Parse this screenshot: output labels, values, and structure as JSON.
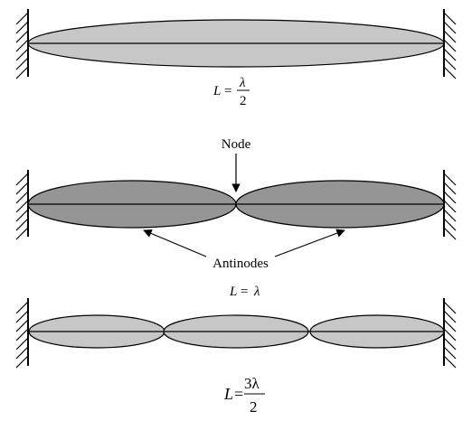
{
  "diagram": {
    "figures": [
      {
        "loops": 1,
        "fill": "#c7c7c7",
        "formula": {
          "lhs": "L",
          "eq": "=",
          "num": "λ",
          "den": "2"
        }
      },
      {
        "loops": 2,
        "fill": "#959595",
        "formula": {
          "lhs": "L",
          "eq": "=",
          "value": "λ"
        }
      },
      {
        "loops": 3,
        "fill": "#c7c7c7",
        "formula": {
          "lhs": "L",
          "eq": "=",
          "num": "3λ",
          "den": "2"
        }
      }
    ],
    "labels": {
      "node": "Node",
      "antinodes": "Antinodes"
    }
  }
}
